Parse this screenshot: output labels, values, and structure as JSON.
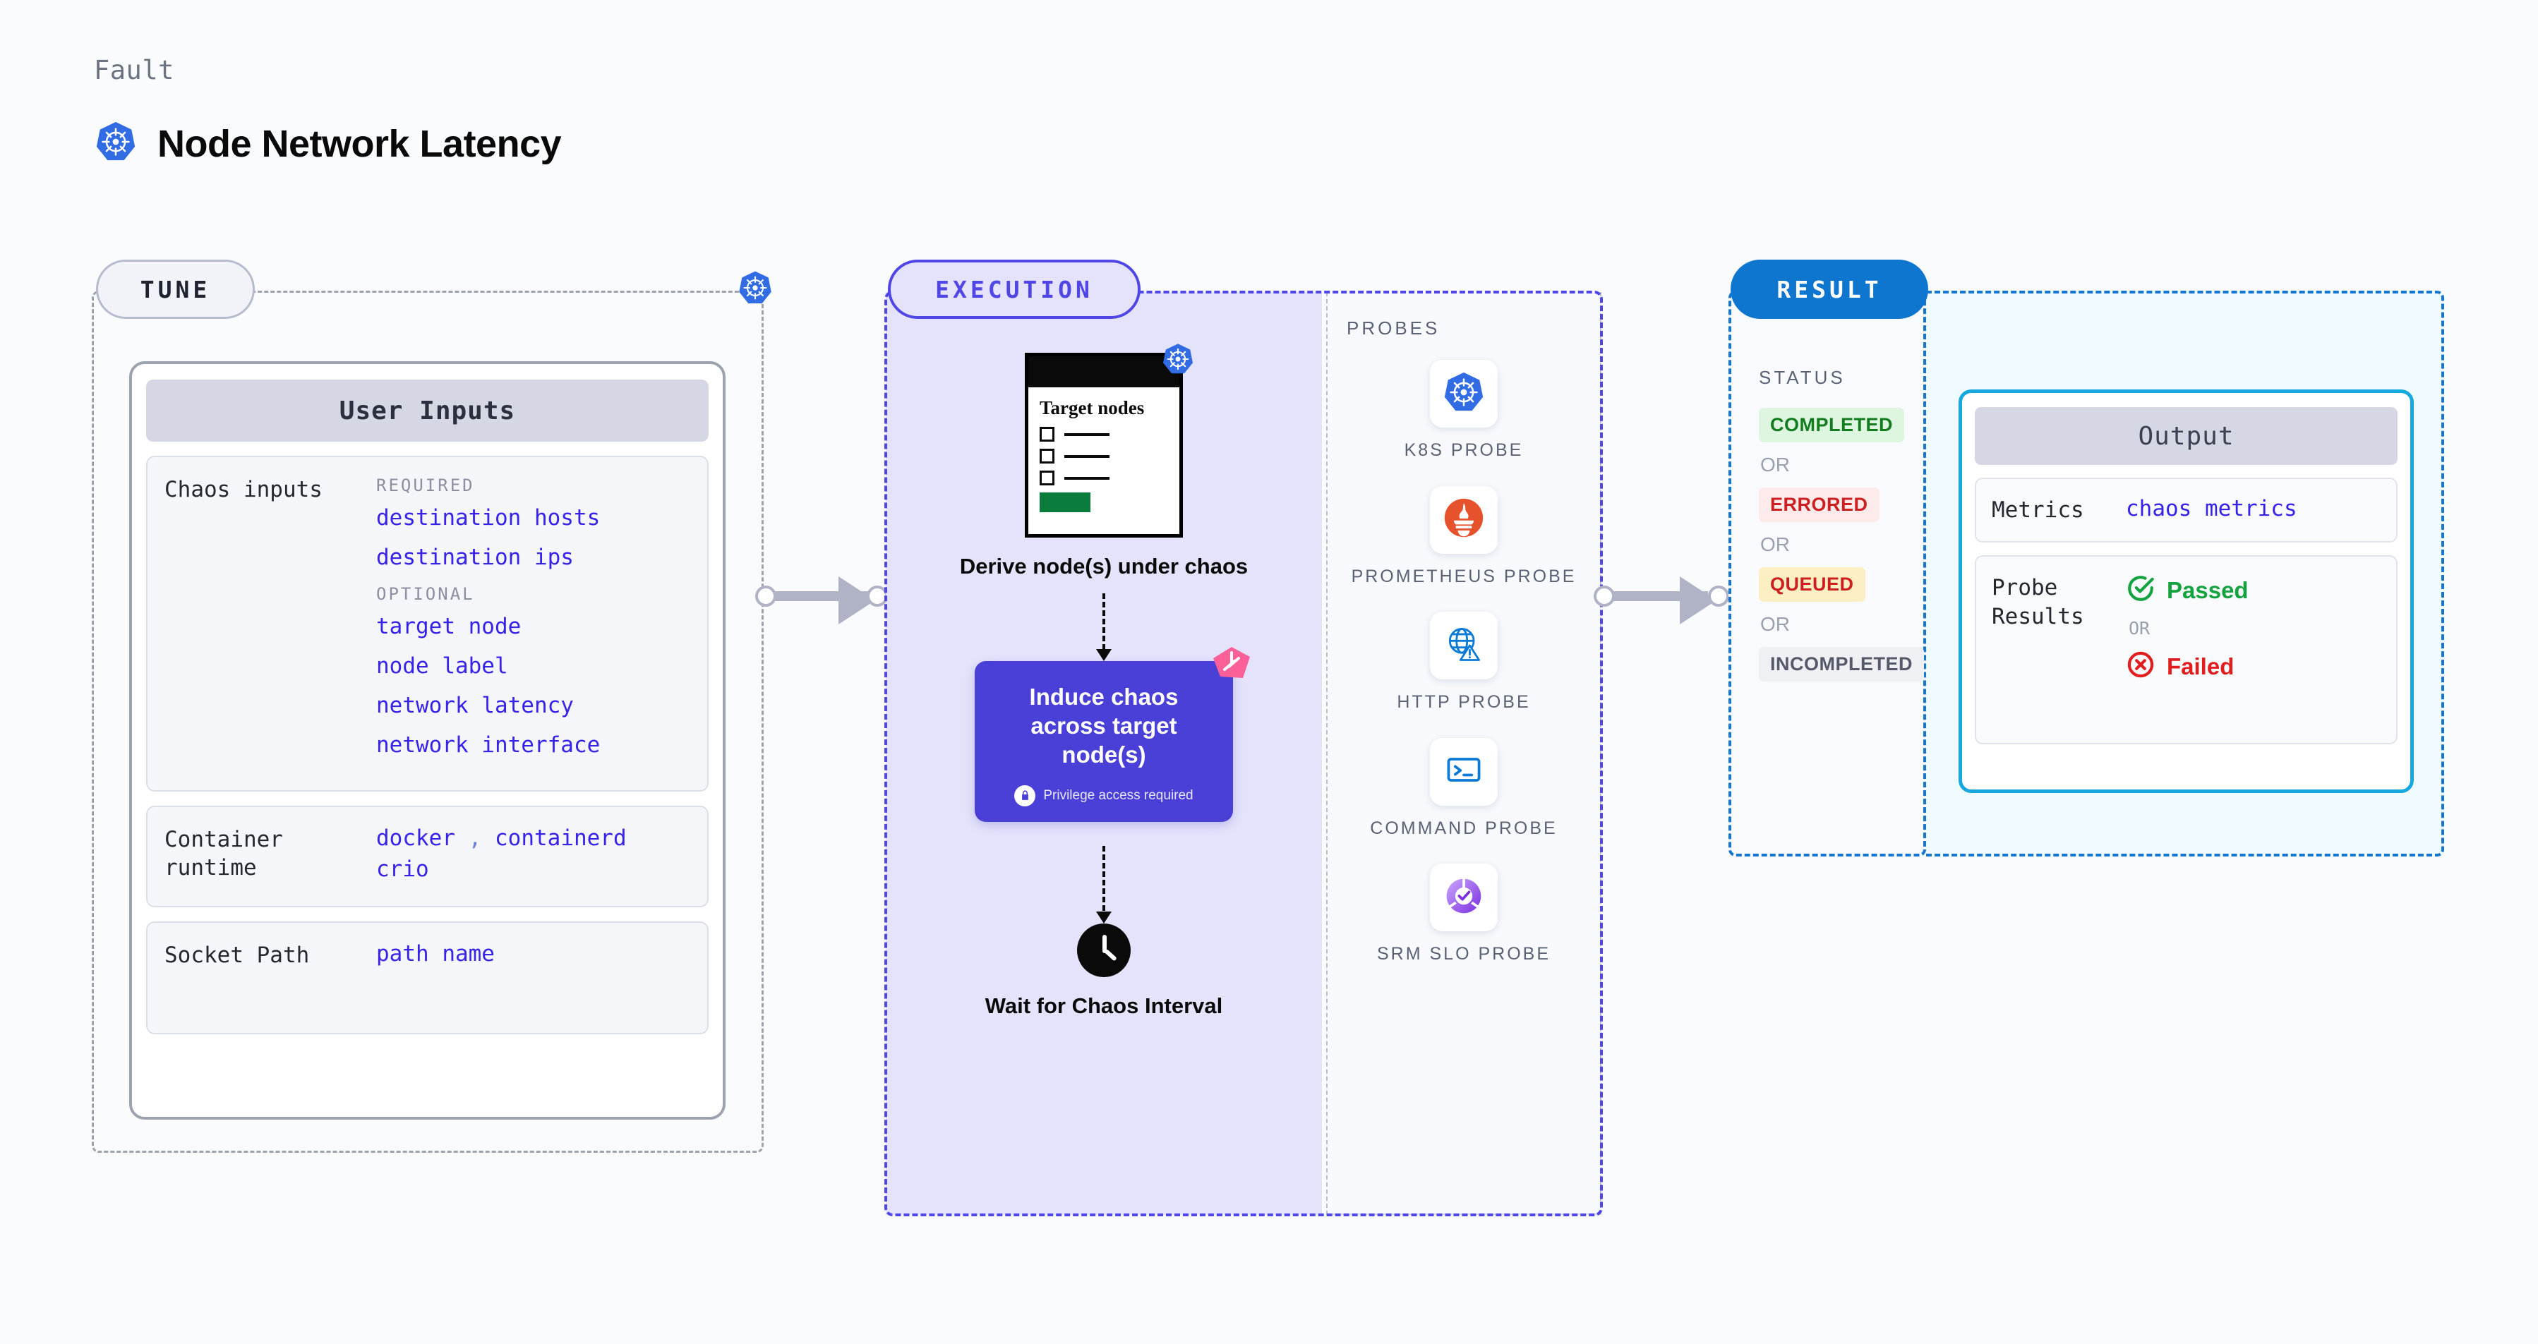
{
  "header": {
    "eyebrow": "Fault",
    "title": "Node Network Latency",
    "icon": "kubernetes-icon"
  },
  "colors": {
    "background": "#f9fbfd",
    "tune_border": "#9ca3af",
    "execution_border": "#4f46e5",
    "execution_fill": "#e4e3fb",
    "result_border": "#1476d1",
    "result_fill": "#effbfe",
    "output_border": "#17a8e0",
    "value_text": "#3722e8",
    "chaos_box": "#4a3fd6",
    "chaos_badge": "#fb6099",
    "passed": "#15a33f",
    "failed": "#e11d1d",
    "connector": "#b0b2c6"
  },
  "tune": {
    "pill_label": "TUNE",
    "card_title": "User Inputs",
    "rows": [
      {
        "label": "Chaos inputs",
        "groups": [
          {
            "title": "REQUIRED",
            "values": [
              "destination hosts",
              "destination ips"
            ]
          },
          {
            "title": "OPTIONAL",
            "values": [
              "target node",
              "node label",
              "network latency",
              "network interface"
            ]
          }
        ]
      },
      {
        "label": "Container runtime",
        "values_line1": [
          "docker",
          "containerd"
        ],
        "separator": ",",
        "values_line2": [
          "crio"
        ]
      },
      {
        "label": "Socket Path",
        "values": [
          "path name"
        ]
      }
    ]
  },
  "execution": {
    "pill_label": "EXECUTION",
    "steps": [
      {
        "id": "derive-nodes",
        "card_title": "Target nodes",
        "caption": "Derive node(s) under chaos",
        "icon": "kubernetes-icon",
        "checkbox_count": 3
      },
      {
        "id": "induce-chaos",
        "title": "Induce chaos across target node(s)",
        "note": "Privilege access required",
        "note_icon": "lock-icon",
        "badge_icon": "chaos-badge-icon"
      },
      {
        "id": "wait-interval",
        "caption": "Wait for Chaos Interval",
        "icon": "clock-icon"
      }
    ]
  },
  "probes": {
    "title": "PROBES",
    "items": [
      {
        "label": "K8S PROBE",
        "icon": "kubernetes-icon"
      },
      {
        "label": "PROMETHEUS PROBE",
        "icon": "prometheus-icon"
      },
      {
        "label": "HTTP PROBE",
        "icon": "http-globe-warning-icon"
      },
      {
        "label": "COMMAND PROBE",
        "icon": "terminal-icon"
      },
      {
        "label": "SRM SLO PROBE",
        "icon": "srm-slo-donut-icon"
      }
    ]
  },
  "result": {
    "pill_label": "RESULT",
    "status_title": "STATUS",
    "or_label": "OR",
    "statuses": [
      {
        "label": "COMPLETED",
        "bg": "#def6e0",
        "fg": "#127c1f"
      },
      {
        "label": "ERRORED",
        "bg": "#fdeaea",
        "fg": "#cc2020"
      },
      {
        "label": "QUEUED",
        "bg": "#fcefc3",
        "fg": "#cc2020"
      },
      {
        "label": "INCOMPLETED",
        "bg": "#eef0f4",
        "fg": "#55596a"
      }
    ],
    "output": {
      "card_title": "Output",
      "metrics_label": "Metrics",
      "metrics_value": "chaos metrics",
      "probe_results_label": "Probe Results",
      "passed_label": "Passed",
      "failed_label": "Failed",
      "or_label": "OR",
      "passed_icon": "check-circle-icon",
      "failed_icon": "x-circle-icon"
    }
  }
}
